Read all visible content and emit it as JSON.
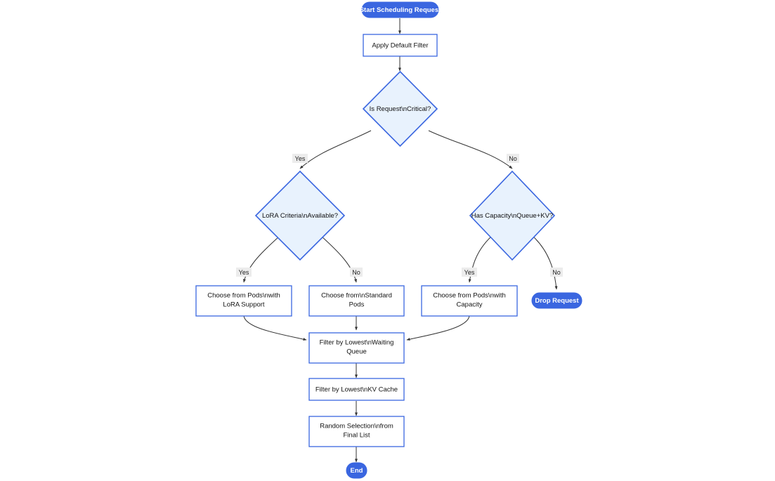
{
  "diagram": {
    "type": "flowchart",
    "direction": "top-down",
    "background": "#ffffff",
    "colors": {
      "pill_fill": "#3a66e0",
      "pill_text": "#ffffff",
      "rect_fill": "#ffffff",
      "rect_stroke": "#3a66e0",
      "diamond_fill": "#e8f2fd",
      "diamond_stroke": "#3a66e0",
      "edge_stroke": "#333333",
      "edge_label_bg": "#ececec",
      "text": "#111111"
    },
    "nodes": {
      "start": {
        "label": "Start Scheduling Request",
        "shape": "stadium"
      },
      "apply_default_filter": {
        "label": "Apply Default Filter",
        "shape": "rect"
      },
      "is_request_critical": {
        "label": "Is Request\\nCritical?",
        "shape": "diamond"
      },
      "lora_criteria_available": {
        "label": "LoRA Criteria\\nAvailable?",
        "shape": "diamond"
      },
      "has_capacity": {
        "label": "Has Capacity\\nQueue+KV?",
        "shape": "diamond"
      },
      "choose_lora_pods_line1": {
        "label": "Choose from Pods\\nwith",
        "shape": "rect"
      },
      "choose_lora_pods_line2": {
        "label": "LoRA Support",
        "shape": "rect"
      },
      "choose_standard_pods_line1": {
        "label": "Choose from\\nStandard",
        "shape": "rect"
      },
      "choose_standard_pods_line2": {
        "label": "Pods",
        "shape": "rect"
      },
      "choose_capacity_pods_line1": {
        "label": "Choose from Pods\\nwith",
        "shape": "rect"
      },
      "choose_capacity_pods_line2": {
        "label": "Capacity",
        "shape": "rect"
      },
      "drop_request": {
        "label": "Drop Request",
        "shape": "stadium"
      },
      "filter_waiting_queue_line1": {
        "label": "Filter by Lowest\\nWaiting",
        "shape": "rect"
      },
      "filter_waiting_queue_line2": {
        "label": "Queue",
        "shape": "rect"
      },
      "filter_kv_cache": {
        "label": "Filter by Lowest\\nKV Cache",
        "shape": "rect"
      },
      "random_selection_line1": {
        "label": "Random Selection\\nfrom",
        "shape": "rect"
      },
      "random_selection_line2": {
        "label": "Final List",
        "shape": "rect"
      },
      "end": {
        "label": "End",
        "shape": "stadium"
      }
    },
    "edge_labels": {
      "critical_yes": "Yes",
      "critical_no": "No",
      "lora_yes": "Yes",
      "lora_no": "No",
      "capacity_yes": "Yes",
      "capacity_no": "No"
    },
    "edges": [
      {
        "from": "start",
        "to": "apply_default_filter",
        "label": ""
      },
      {
        "from": "apply_default_filter",
        "to": "is_request_critical",
        "label": ""
      },
      {
        "from": "is_request_critical",
        "to": "lora_criteria_available",
        "label": "Yes"
      },
      {
        "from": "is_request_critical",
        "to": "has_capacity",
        "label": "No"
      },
      {
        "from": "lora_criteria_available",
        "to": "choose_lora_pods_line1",
        "label": "Yes"
      },
      {
        "from": "lora_criteria_available",
        "to": "choose_standard_pods_line1",
        "label": "No"
      },
      {
        "from": "has_capacity",
        "to": "choose_capacity_pods_line1",
        "label": "Yes"
      },
      {
        "from": "has_capacity",
        "to": "drop_request",
        "label": "No"
      },
      {
        "from": "choose_lora_pods_line1",
        "to": "filter_waiting_queue_line1",
        "label": ""
      },
      {
        "from": "choose_standard_pods_line1",
        "to": "filter_waiting_queue_line1",
        "label": ""
      },
      {
        "from": "choose_capacity_pods_line1",
        "to": "filter_waiting_queue_line1",
        "label": ""
      },
      {
        "from": "filter_waiting_queue_line1",
        "to": "filter_kv_cache",
        "label": ""
      },
      {
        "from": "filter_kv_cache",
        "to": "random_selection_line1",
        "label": ""
      },
      {
        "from": "random_selection_line1",
        "to": "end",
        "label": ""
      }
    ]
  }
}
